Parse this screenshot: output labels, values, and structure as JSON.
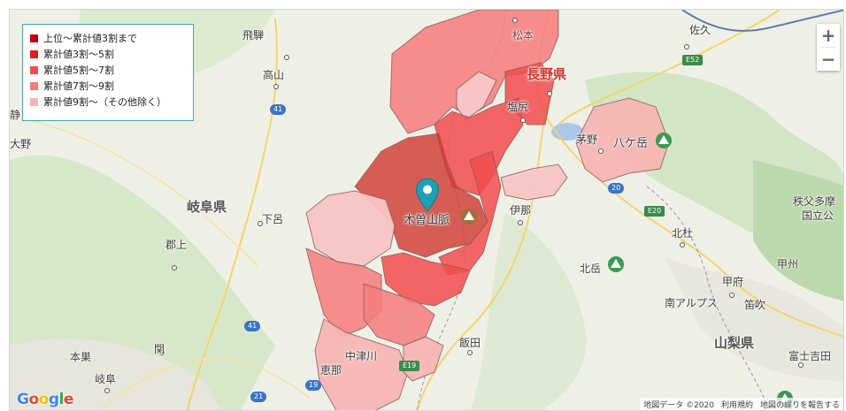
{
  "legend": {
    "items": [
      {
        "label": "上位～累計値3割まで",
        "color": "#c0000b"
      },
      {
        "label": "累計値3割～5割",
        "color": "#e41a1c"
      },
      {
        "label": "累計値5割～7割",
        "color": "#f24c4c"
      },
      {
        "label": "累計値7割～9割",
        "color": "#f57b7b"
      },
      {
        "label": "累計値9割～（その他除く）",
        "color": "#f7b3b3"
      }
    ]
  },
  "places": {
    "hida": "飛騨",
    "takayama": "高山",
    "gifu_ken": "岐阜県",
    "gero": "下呂",
    "gujo": "郡上",
    "motosu": "本巣",
    "seki": "関",
    "gifu": "岐阜",
    "ena": "恵那",
    "nakatsugawa": "中津川",
    "iida": "飯田",
    "ina": "伊那",
    "kiso_sanmyaku": "木曽山脈",
    "matsumoto": "松本",
    "nagano_ken": "長野県",
    "shiojiri": "塩尻",
    "chino": "茅野",
    "yatsugatake": "八ケ岳",
    "saku": "佐久",
    "hokuto": "北杜",
    "kitadake": "北岳",
    "minami_alps": "南アルプス",
    "kofu": "甲府",
    "fuefuki": "笛吹",
    "koshu": "甲州",
    "yamanashi_ken": "山梨県",
    "fujiyoshida": "富士吉田",
    "chichibu_tama": "秩父多摩",
    "kokuritsu": "国立公",
    "edge_left1": "静",
    "edge_left2": "大野"
  },
  "roads": {
    "r41a": "41",
    "r41b": "41",
    "r21": "21",
    "r19": "19",
    "r20a": "20",
    "e52": "E52",
    "e20": "E20",
    "e19": "E19"
  },
  "zoom": {
    "in": "+",
    "out": "−"
  },
  "attribution": {
    "map_data": "地図データ ©2020",
    "terms": "利用規約",
    "report": "地図の誤りを報告する"
  },
  "google_logo": {
    "letters": [
      "G",
      "o",
      "o",
      "g",
      "l",
      "e"
    ],
    "colors": [
      "#4285f4",
      "#ea4335",
      "#fbbc05",
      "#4285f4",
      "#34a853",
      "#ea4335"
    ]
  },
  "colors": {
    "terrain": "#eef0e6",
    "forest": "#cfe3c2",
    "deep_forest": "#b9d8ad",
    "water": "#aac8e8",
    "marker": "#1ea0b4"
  }
}
